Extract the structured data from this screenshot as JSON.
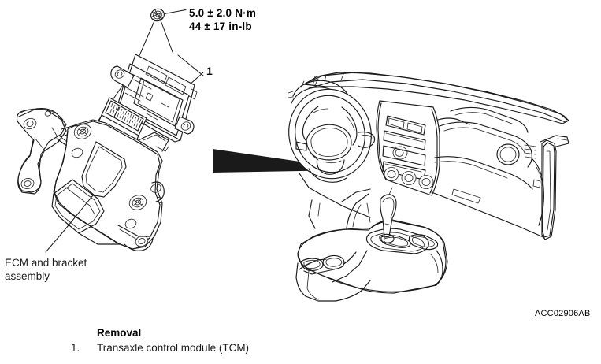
{
  "figure": {
    "code": "ACC02906AB",
    "torque_metric": "5.0 ± 2.0 N·m",
    "torque_imperial": "44 ± 17 in-lb",
    "callout_1": "1",
    "ecm_label_line1": "ECM and bracket",
    "ecm_label_line2": "assembly"
  },
  "procedure": {
    "heading": "Removal",
    "steps": [
      {
        "number": "1.",
        "text": "Transaxle control module (TCM)"
      }
    ]
  },
  "icons": {
    "bolt": "bolt-icon",
    "arrow": "black-pointer-arrow-icon",
    "tcm_module": "tcm-module-illustration",
    "ecm_bracket": "ecm-bracket-illustration",
    "dashboard": "dashboard-illustration"
  },
  "colors": {
    "line": "#1a1a1a",
    "fill": "#ffffff",
    "background": "#ffffff"
  }
}
